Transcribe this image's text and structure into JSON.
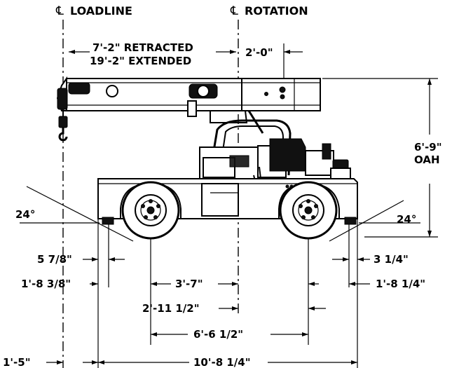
{
  "centerlines": {
    "symbol": "℄",
    "loadline": "LOADLINE",
    "rotation": "ROTATION"
  },
  "dimensions": {
    "boom_retracted": "7'-2\" RETRACTED",
    "boom_extended": "19'-2\" EXTENDED",
    "rotation_offset": "2'-0\"",
    "overall_height_value": "6'-9\"",
    "overall_height_label": "OAH",
    "approach_angle": "24°",
    "departure_angle": "24°",
    "front_overhang": "5 7/8\"",
    "rear_overhang": "3 1/4\"",
    "front_axle_to_end": "1'-8 3/8\"",
    "rear_axle_to_end": "1'-8 1/4\"",
    "front_axle_to_rotation": "3'-7\"",
    "rotation_to_rear_axle": "2'-11 1/2\"",
    "wheelbase": "6'-6 1/2\"",
    "loadline_to_front": "1'-5\"",
    "overall_length": "10'-8 1/4\""
  }
}
